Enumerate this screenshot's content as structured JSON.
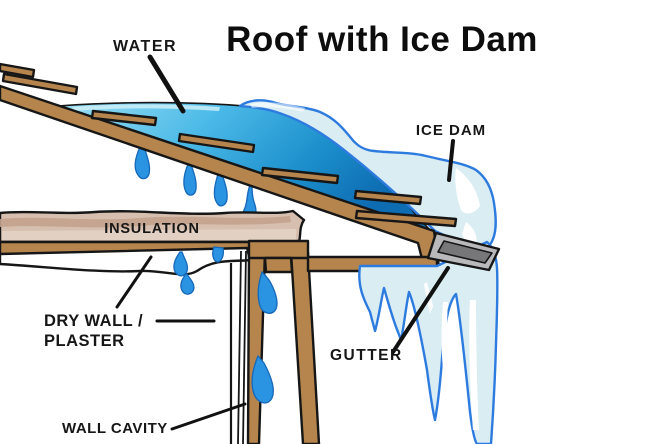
{
  "title": "Roof with Ice Dam",
  "labels": {
    "water": "WATER",
    "ice_dam": "ICE DAM",
    "insulation": "INSULATION",
    "dry_wall_1": "DRY WALL /",
    "dry_wall_2": "PLASTER",
    "gutter": "GUTTER",
    "wall_cavity": "WALL CAVITY"
  },
  "colors": {
    "wood": "#b5854d",
    "outline": "#161616",
    "water_light": "#9ce0f2",
    "water_mid": "#4cbae8",
    "water_deep1": "#1b8ecb",
    "water_deep2": "#0e6cb2",
    "water_highlight": "#cdeef8",
    "ice": "#d9edf3",
    "ice_outline": "#2e7be0",
    "ice_highlight": "#ffffff",
    "drop": "#2a93e2",
    "drop_edge": "#1668b8",
    "insulation": "#d6bfae",
    "insulation_shade": "#c3a28c",
    "insulation_light": "#e7d7ca",
    "drywall": "#ffffff",
    "gutter_light": "#b9b9bb",
    "gutter_dark": "#77777a",
    "label_text": "#161616"
  }
}
